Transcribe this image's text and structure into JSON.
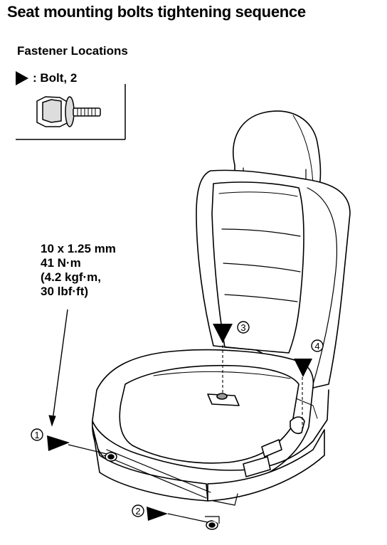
{
  "title": "Seat mounting bolts tightening sequence",
  "subtitle": "Fastener Locations",
  "legend": {
    "symbol": "filled-triangle-icon",
    "label": ": Bolt, 2"
  },
  "torque_spec": [
    "10 x 1.25 mm",
    "41 N·m",
    "(4.2 kgf·m,",
    "30 lbf·ft)"
  ],
  "sequence_labels": [
    "1",
    "2",
    "3",
    "4"
  ],
  "colors": {
    "ink": "#000000",
    "paper": "#ffffff"
  }
}
